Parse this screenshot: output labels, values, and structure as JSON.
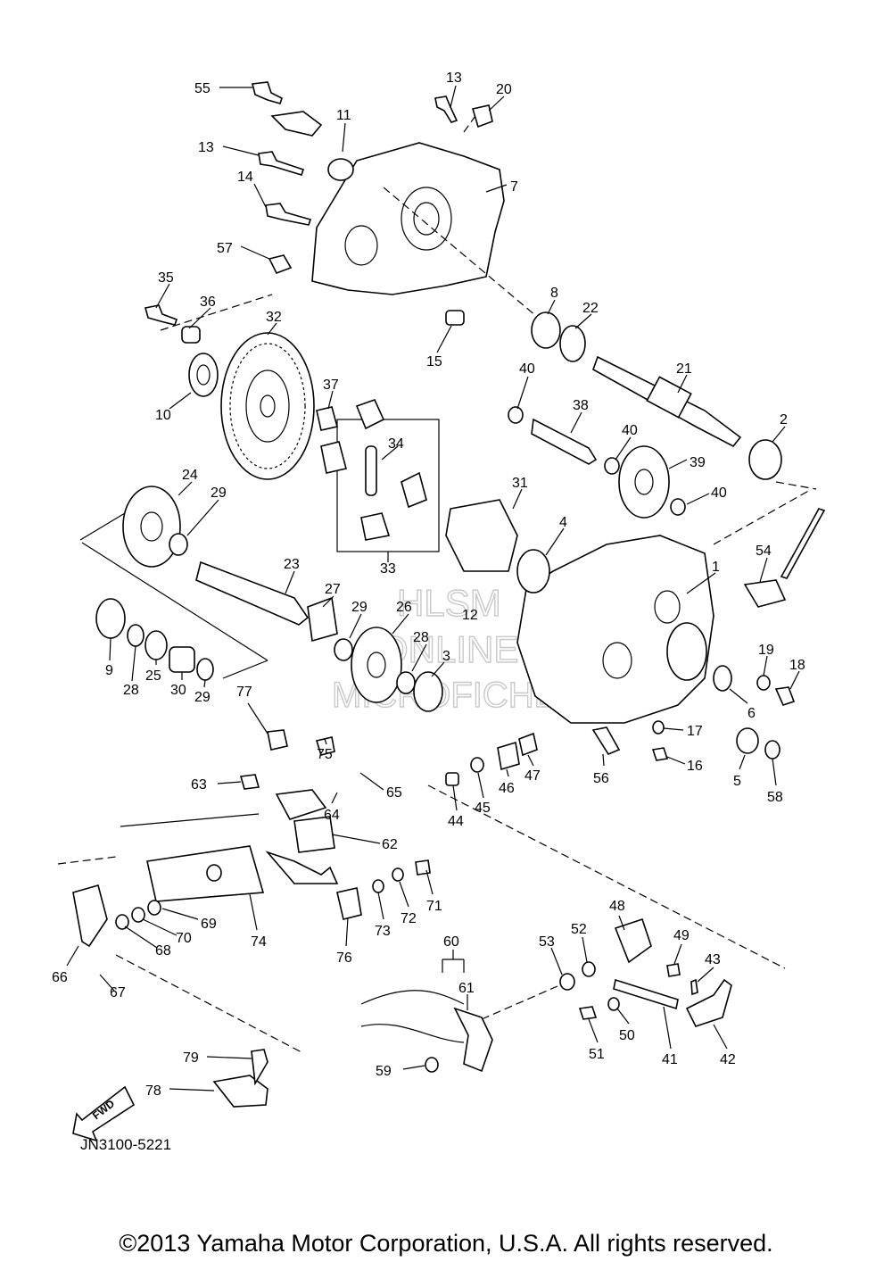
{
  "diagram": {
    "diagram_code": "JN3100-5221",
    "fwd_label": "FWD",
    "watermark": [
      "HLSM",
      "ONLINE",
      "MICROFICHE"
    ],
    "callouts": [
      "55",
      "13",
      "20",
      "11",
      "13",
      "7",
      "14",
      "57",
      "35",
      "36",
      "32",
      "8",
      "22",
      "15",
      "10",
      "37",
      "21",
      "40",
      "38",
      "40",
      "34",
      "39",
      "2",
      "24",
      "29",
      "40",
      "31",
      "4",
      "54",
      "1",
      "23",
      "27",
      "29",
      "26",
      "12",
      "28",
      "3",
      "9",
      "28",
      "25",
      "30",
      "29",
      "19",
      "18",
      "6",
      "77",
      "75",
      "17",
      "16",
      "63",
      "65",
      "64",
      "44",
      "45",
      "46",
      "47",
      "56",
      "5",
      "58",
      "62",
      "69",
      "70",
      "68",
      "74",
      "71",
      "72",
      "73",
      "76",
      "66",
      "67",
      "60",
      "61",
      "53",
      "52",
      "48",
      "49",
      "43",
      "79",
      "78",
      "59",
      "51",
      "50",
      "41",
      "42",
      "33"
    ]
  },
  "copyright": "©2013 Yamaha Motor Corporation, U.S.A. All rights reserved."
}
